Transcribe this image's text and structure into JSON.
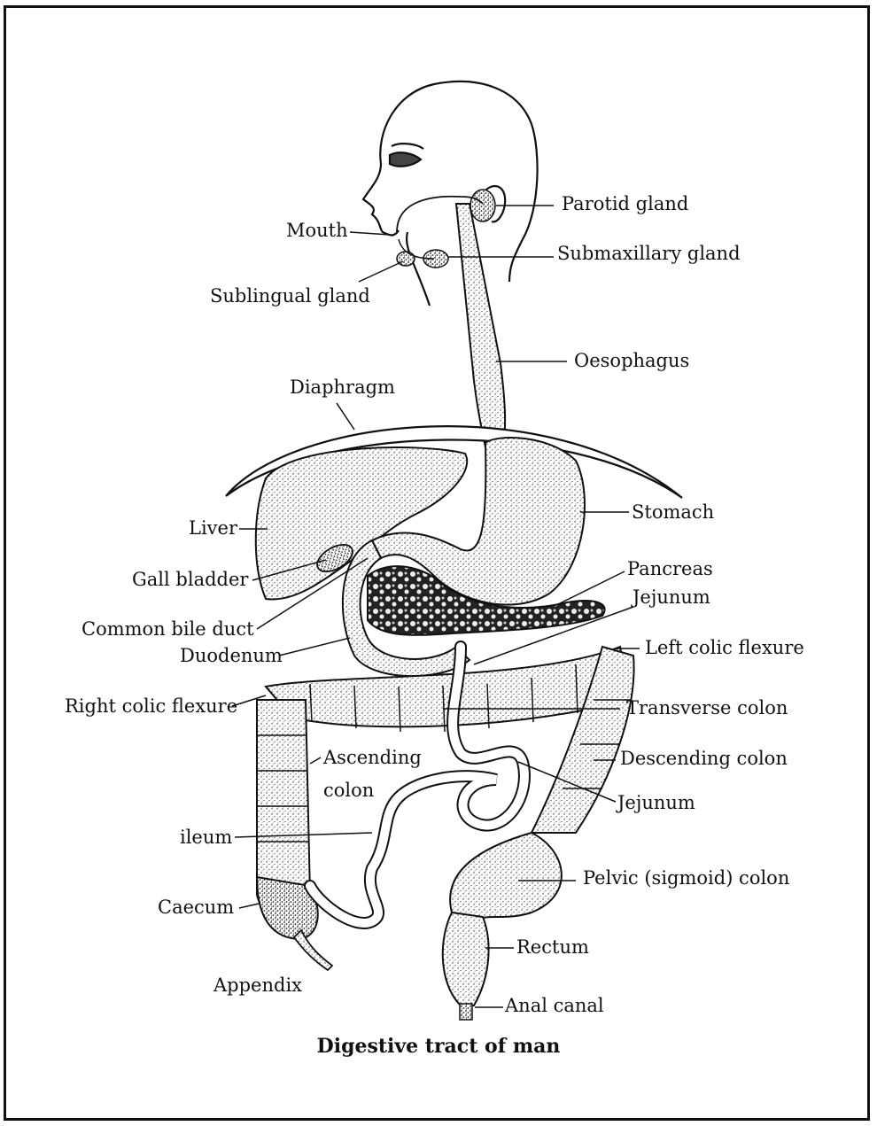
{
  "caption": "Digestive tract of man",
  "labels": {
    "parotid_gland": "Parotid gland",
    "mouth": "Mouth",
    "submaxillary_gland": "Submaxillary gland",
    "sublingual_gland": "Sublingual gland",
    "oesophagus": "Oesophagus",
    "diaphragm": "Diaphragm",
    "stomach": "Stomach",
    "liver": "Liver",
    "gall_bladder": "Gall bladder",
    "pancreas": "Pancreas",
    "jejunum_upper": "Jejunum",
    "common_bile_duct": "Common bile duct",
    "duodenum": "Duodenum",
    "left_colic_flexure": "Left colic flexure",
    "right_colic_flexure": "Right colic flexure",
    "transverse_colon": "Transverse colon",
    "ascending_colon_1": "Ascending",
    "ascending_colon_2": "colon",
    "descending_colon": "Descending colon",
    "jejunum_lower": "Jejunum",
    "ileum": "ileum",
    "pelvic_colon": "Pelvic (sigmoid) colon",
    "caecum": "Caecum",
    "rectum": "Rectum",
    "appendix": "Appendix",
    "anal_canal": "Anal canal"
  }
}
